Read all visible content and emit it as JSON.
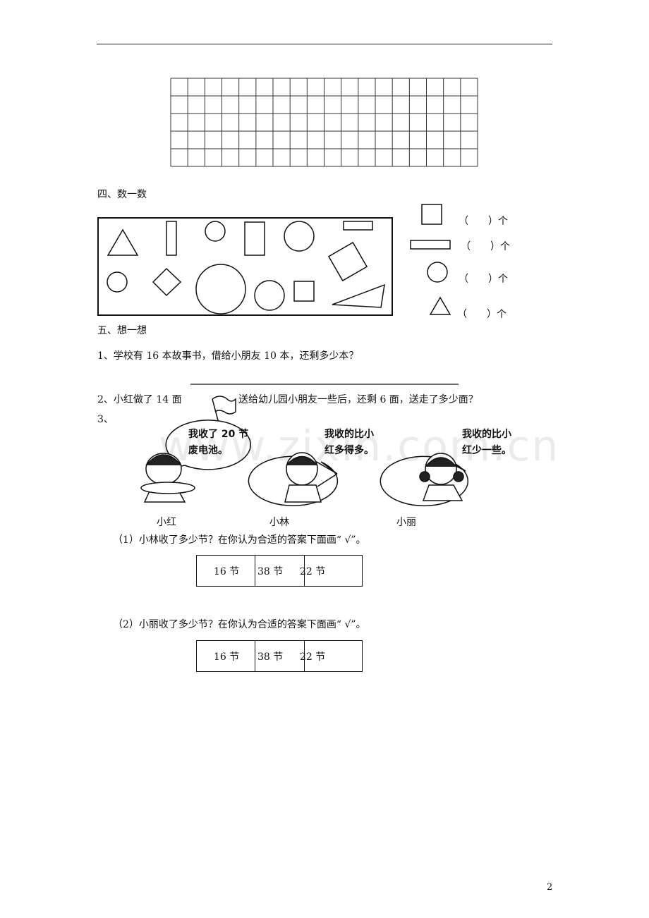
{
  "grid": {
    "columns": 18,
    "rows": 5
  },
  "section4": {
    "title": "四、数一数",
    "answers": [
      {
        "shape": "square",
        "paren": "（　　）",
        "unit": "个"
      },
      {
        "shape": "rectangle",
        "paren": "（　　）",
        "unit": "个"
      },
      {
        "shape": "circle",
        "paren": "（　　）",
        "unit": "个"
      },
      {
        "shape": "triangle",
        "paren": "（　　）",
        "unit": "个"
      }
    ]
  },
  "section5": {
    "title": "五、想一想",
    "q1": "1、学校有 16 本故事书，借给小朋友 10 本，还剩多少本？",
    "q2a": "2、小红做了 14 面",
    "q2b": "送给幼儿园小朋友一些后，还剩 6 面，送走了多少面？",
    "q3": "3、",
    "bubbles": [
      {
        "line1": "我收了 20 节",
        "line2": "废电池。",
        "name": "小红"
      },
      {
        "line1": "我收的比小",
        "line2": "红多得多。",
        "name": "小林"
      },
      {
        "line1": "我收的比小",
        "line2": "红少一些。",
        "name": "小丽"
      }
    ],
    "sub1": "（1）小林收了多少节？在你认为合适的答案下面画“ √”。",
    "sub2": "（2）小丽收了多少节？在你认为合适的答案下面画“ √”。",
    "options": [
      "16 节",
      "38 节",
      "22 节"
    ]
  },
  "watermark": "www.zixin.com.cn",
  "page_number": "2"
}
